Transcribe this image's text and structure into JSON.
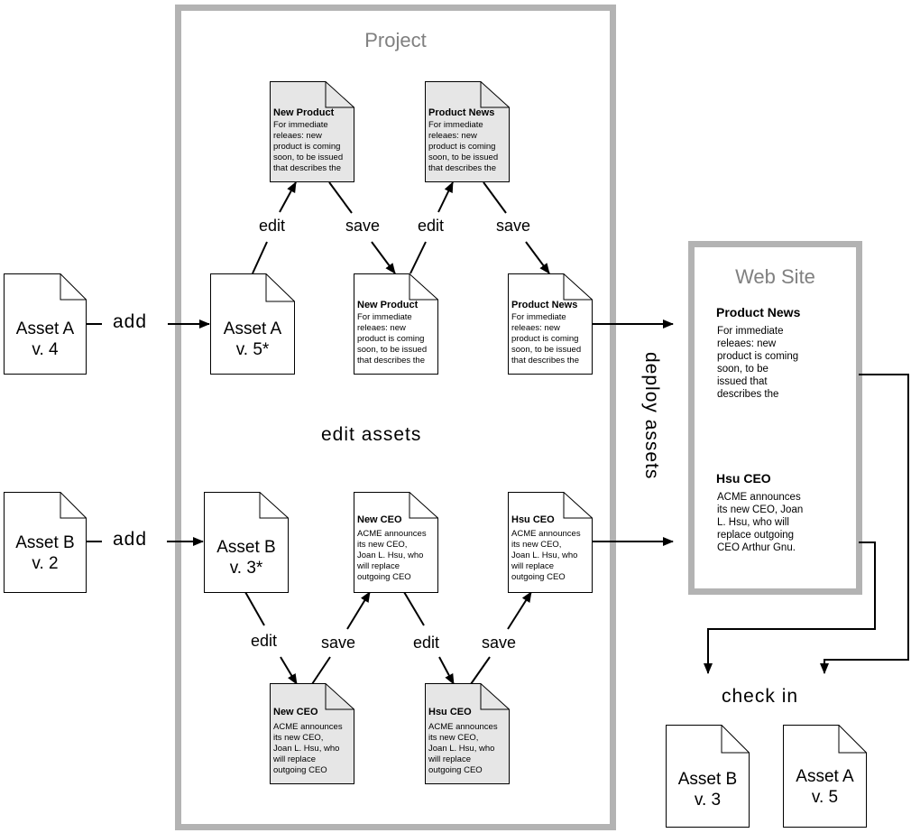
{
  "project": {
    "title": "Project",
    "center_label": "edit assets"
  },
  "website": {
    "title": "Web Site",
    "items": [
      {
        "title": "Product News",
        "body": "For immediate\nreleaes: new\nproduct is coming\nsoon, to be\nissued that\ndescribes the"
      },
      {
        "title": "Hsu CEO",
        "body": "ACME announces\nits new CEO, Joan\nL. Hsu, who will\nreplace outgoing\nCEO Arthur Gnu."
      }
    ]
  },
  "assets": {
    "a_v4": {
      "name": "Asset A",
      "version": "v. 4"
    },
    "a_v5s": {
      "name": "Asset A",
      "version": "v. 5*"
    },
    "b_v2": {
      "name": "Asset B",
      "version": "v. 2"
    },
    "b_v3s": {
      "name": "Asset B",
      "version": "v. 3*"
    },
    "b_v3": {
      "name": "Asset B",
      "version": "v. 3"
    },
    "a_v5": {
      "name": "Asset A",
      "version": "v. 5"
    }
  },
  "docs": {
    "np_top": {
      "title": "New Product",
      "body": "For immediate\nreleaes: new\nproduct is coming\nsoon, to be issued\nthat describes the"
    },
    "pn_top": {
      "title": "Product News",
      "body": "For immediate\nreleaes: new\nproduct is coming\nsoon, to be issued\nthat describes the"
    },
    "np_mid": {
      "title": "New Product",
      "body": "For immediate\nreleaes: new\nproduct is coming\nsoon, to be issued\nthat describes the"
    },
    "pn_mid": {
      "title": "Product News",
      "body": "For immediate\nreleaes: new\nproduct is coming\nsoon, to be issued\nthat describes the"
    },
    "ceo_mid": {
      "title": "New CEO",
      "body": "ACME announces\nits new CEO,\nJoan L. Hsu, who\nwill replace\noutgoing CEO"
    },
    "hsu_mid": {
      "title": "Hsu CEO",
      "body": "ACME announces\nits new CEO,\nJoan L. Hsu, who\nwill replace\noutgoing CEO"
    },
    "ceo_bot": {
      "title": "New CEO",
      "body": "ACME announces\nits new CEO,\nJoan L. Hsu, who\nwill replace\noutgoing CEO"
    },
    "hsu_bot": {
      "title": "Hsu CEO",
      "body": "ACME announces\nits new CEO,\nJoan L. Hsu, who\nwill replace\noutgoing CEO"
    }
  },
  "labels": {
    "add": "add",
    "edit": "edit",
    "save": "save",
    "deploy": "deploy assets",
    "check_in": "check in"
  },
  "colors": {
    "frame": "#b3b3b3",
    "doc_shaded": "#e6e6e6",
    "frame_title": "#808080"
  }
}
